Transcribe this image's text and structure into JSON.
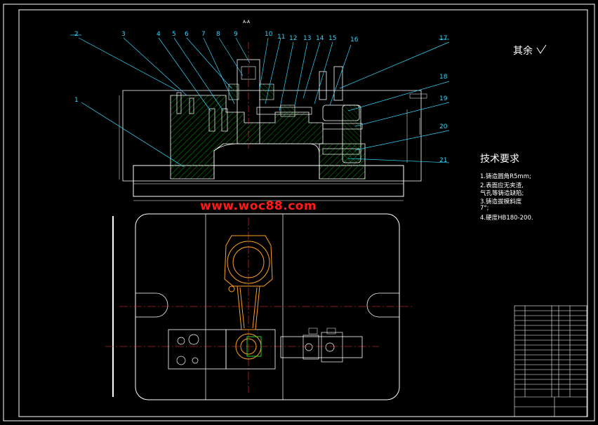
{
  "drawing": {
    "section_label": "A-A",
    "watermark": "www.woc88.com",
    "roughness_label": "其余",
    "tech_requirements": {
      "title": "技术要求",
      "items": [
        "1.铸造圆角R5mm;",
        "2.表面应无夹渣,",
        "  气孔等铸造缺陷;",
        "3.铸造拔模斜度",
        "7°;",
        "4.硬度HB180-200."
      ]
    },
    "part_numbers": [
      "1",
      "2",
      "3",
      "4",
      "5",
      "6",
      "7",
      "8",
      "9",
      "10",
      "11",
      "12",
      "13",
      "14",
      "15",
      "16",
      "17",
      "18",
      "19",
      "20",
      "21"
    ],
    "colors": {
      "background": "#000000",
      "outline": "#ffffff",
      "hatch": "#00a000",
      "leader": "#33d6ff",
      "center_line": "#ff3030",
      "workpiece": "#ffa020",
      "watermark": "#ff1a1a"
    }
  }
}
